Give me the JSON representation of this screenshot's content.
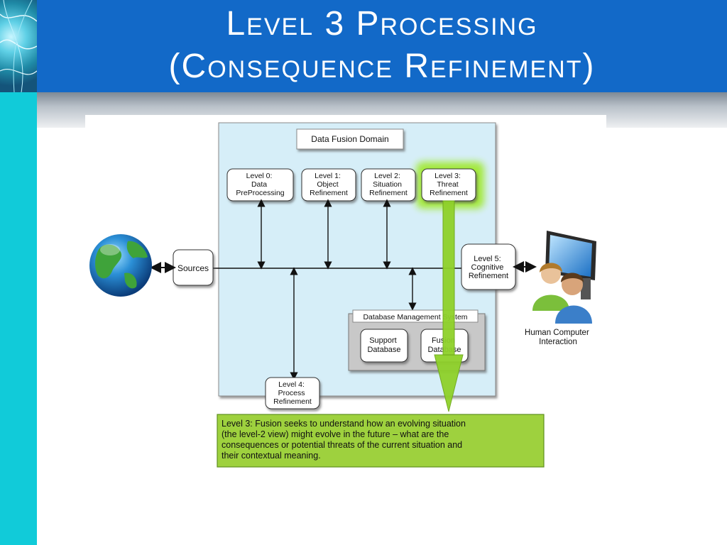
{
  "slide": {
    "title_line1": "Level 3 Processing",
    "title_line2": "(Consequence Refinement)"
  },
  "diagram": {
    "domain_label": "Data Fusion Domain",
    "levels": [
      {
        "id": "level0",
        "lines": [
          "Level 0:",
          "Data",
          "PreProcessing"
        ]
      },
      {
        "id": "level1",
        "lines": [
          "Level 1:",
          "Object",
          "Refinement"
        ]
      },
      {
        "id": "level2",
        "lines": [
          "Level 2:",
          "Situation",
          "Refinement"
        ]
      },
      {
        "id": "level3",
        "lines": [
          "Level 3:",
          "Threat",
          "Refinement"
        ],
        "highlighted": true
      },
      {
        "id": "level4",
        "lines": [
          "Level 4:",
          "Process",
          "Refinement"
        ]
      },
      {
        "id": "level5",
        "lines": [
          "Level 5:",
          "Cognitive",
          "Refinement"
        ]
      }
    ],
    "sources_label": "Sources",
    "dbms_label": "Database Management System",
    "support_db_lines": [
      "Support",
      "Database"
    ],
    "fusion_db_lines": [
      "Fusion",
      "Database"
    ],
    "hci_lines": [
      "Human Computer",
      "Interaction"
    ],
    "callout_lines": [
      "Level 3: Fusion seeks to understand how an evolving situation",
      "(the level-2 view) might evolve in the future – what are the",
      "consequences or potential threats of the current situation and",
      "their contextual meaning."
    ],
    "colors": {
      "domain_bg": "#d6eef8",
      "highlight_green": "#8fd12a",
      "callout_bg": "#9ed13e",
      "title_bar": "#1269c8",
      "left_strip": "#11cbd9"
    },
    "icons": [
      "globe-icon",
      "people-monitor-icon"
    ]
  }
}
